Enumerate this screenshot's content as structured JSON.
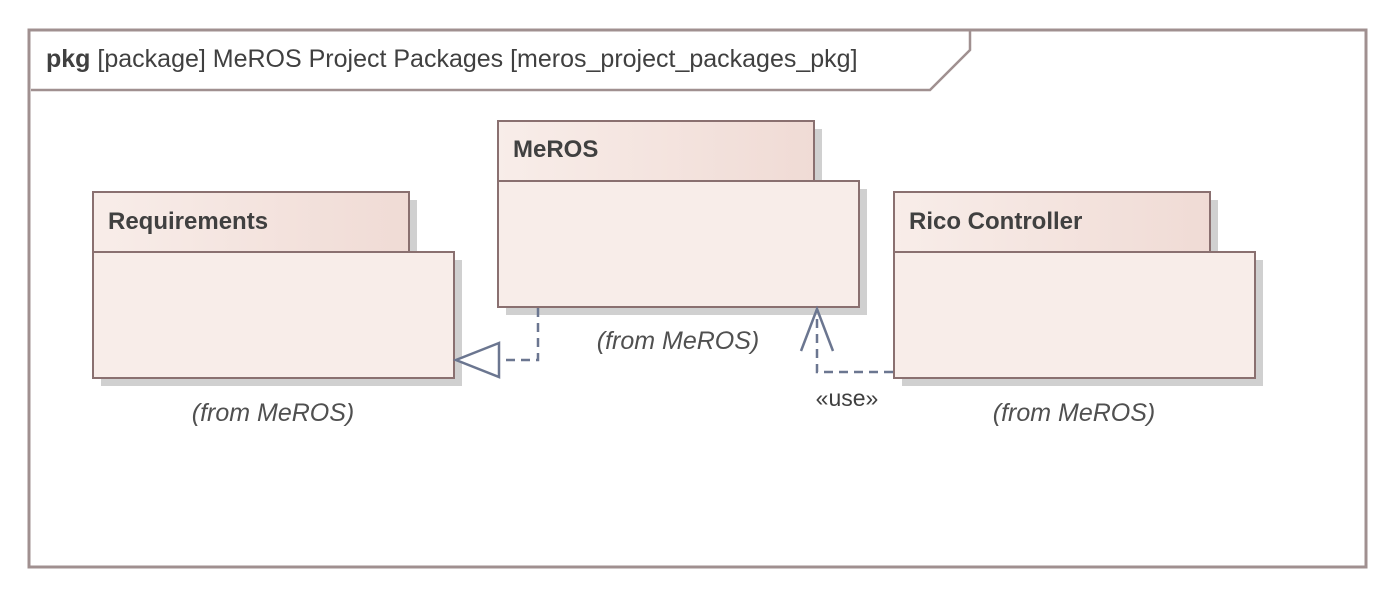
{
  "frame": {
    "keyword": "pkg",
    "title": "[package] MeROS Project Packages [meros_project_packages_pkg]"
  },
  "packages": [
    {
      "name": "Requirements",
      "from": "(from MeROS)"
    },
    {
      "name": "MeROS",
      "from": "(from MeROS)"
    },
    {
      "name": "Rico Controller",
      "from": "(from MeROS)"
    }
  ],
  "relations": [
    {
      "kind": "realization",
      "source": "MeROS",
      "target": "Requirements",
      "label": ""
    },
    {
      "kind": "usage",
      "source": "Rico Controller",
      "target": "MeROS",
      "label": "«use»"
    }
  ],
  "colors": {
    "frame_border": "#a09090",
    "package_fill": "#f8ede9",
    "tab_fill_light": "#f8ede9",
    "tab_fill_dark": "#f0dbd5",
    "package_border": "#8a7070",
    "shadow": "#d0d0d0",
    "connector": "#6b7690"
  }
}
